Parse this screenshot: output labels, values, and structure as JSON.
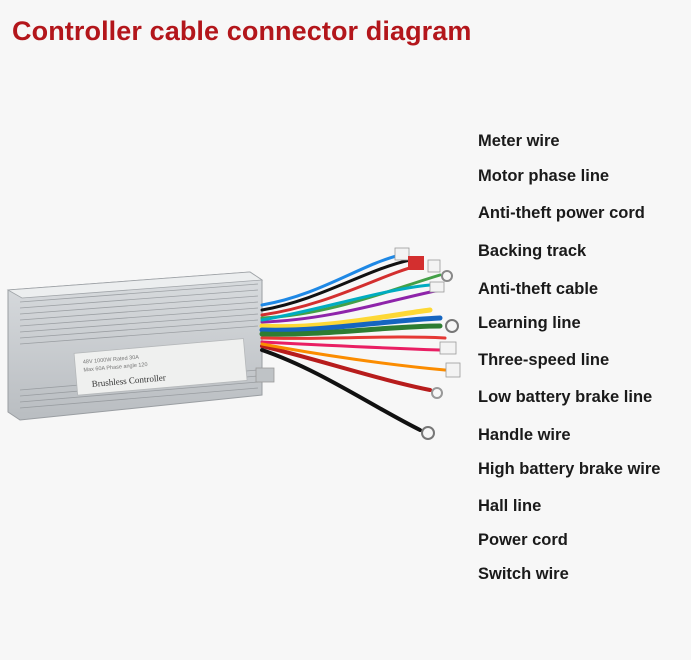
{
  "title": "Controller cable connector diagram",
  "product_label": {
    "title": "Brushless Controller",
    "spec_lines": [
      "48V 1000W  Rated 30A",
      "Max 60A  Phase angle 120"
    ]
  },
  "wire_labels": [
    "Meter wire",
    "Motor phase line",
    "Anti-theft power cord",
    "Backing track",
    "Anti-theft cable",
    "Learning line",
    "Three-speed line",
    "Low battery brake line",
    "Handle wire",
    "High battery brake wire",
    "Hall line",
    "Power cord",
    "Switch wire"
  ],
  "colors": {
    "title": "#b3161b",
    "label_text": "#1a1a1a",
    "background": "#f7f7f7"
  }
}
